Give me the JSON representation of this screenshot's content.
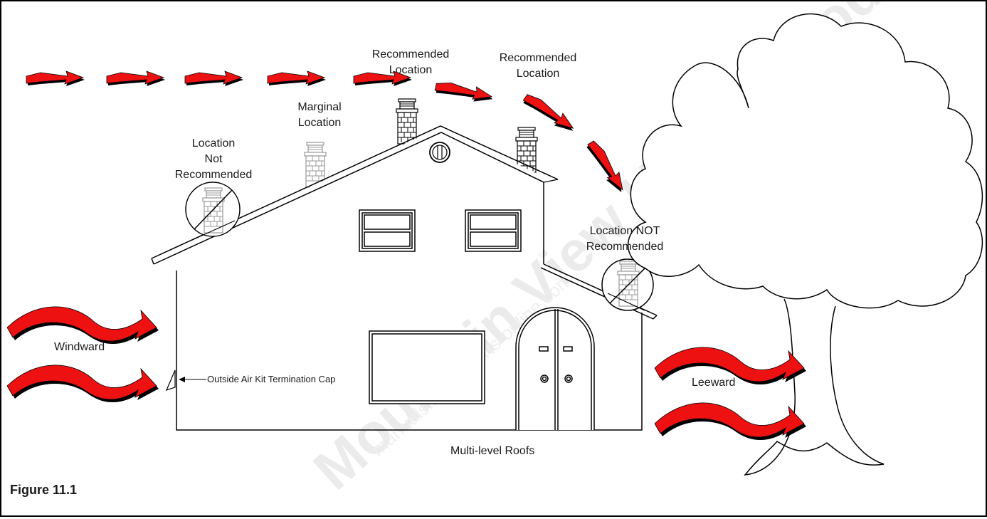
{
  "labels": {
    "location_not_recommended": [
      "Location",
      "Not",
      "Recommended"
    ],
    "marginal_location": [
      "Marginal",
      "Location"
    ],
    "recommended_location_1": [
      "Recommended",
      "Location"
    ],
    "recommended_location_2": [
      "Recommended",
      "Location"
    ],
    "location_not_recommended_2": [
      "Location NOT",
      "Recommended"
    ],
    "windward": "Windward",
    "leeward": "Leeward",
    "outside_air_kit": "Outside Air Kit Termination Cap",
    "multi_level_roofs": "Multi-level Roofs"
  },
  "figure_caption": "Figure 11.1",
  "watermark": {
    "main": "Mountain View Hearth Products",
    "url": "manuals.stove-parts-online.com"
  },
  "colors": {
    "arrow_fill": "#ee1111",
    "arrow_shadow": "#000000",
    "line": "#000000",
    "chimney_grey": "#a0a0a0"
  }
}
